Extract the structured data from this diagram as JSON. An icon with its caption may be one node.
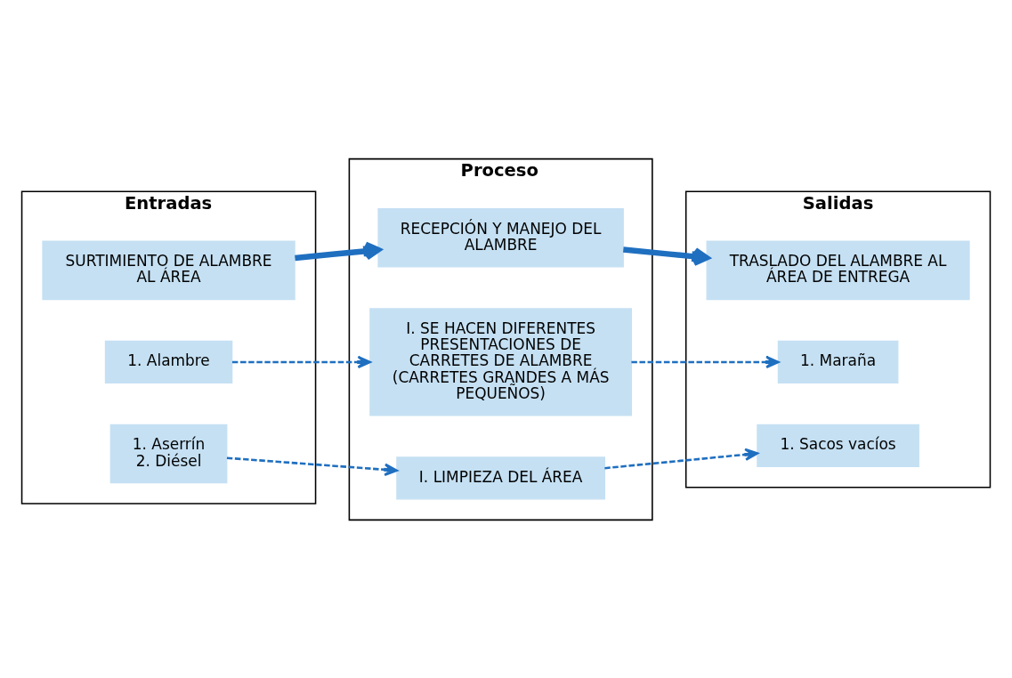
{
  "diagram": {
    "nodes": [
      {
        "text": [
          "Entradas"
        ]
      },
      {
        "text": [
          "Proceso"
        ]
      },
      {
        "text": [
          "Salidas"
        ]
      },
      {
        "text": [
          "SURTIMIENTO DE ALAMBRE AL ÁREA"
        ],
        "in": 0
      },
      {
        "text": [
          "TRASLADO DEL ALAMBRE AL ÁREA DE ENTREGA"
        ],
        "in": 2
      },
      {
        "text": [
          "RECEPCIÓN Y MANEJO DEL ALAMBRE"
        ],
        "in": 1
      },
      {
        "text": [
          "1. Alambre"
        ],
        "in": 0
      },
      {
        "text": [
          "I. SE HACEN DIFERENTES PRESENTACIONES DE CARRETES DE ALAMBRE (CARRETES GRANDES A MÁS PEQUEÑOS)"
        ],
        "in": 1
      },
      {
        "text": [
          "1. Maraña"
        ],
        "in": 2
      },
      {
        "text": [
          "1. Aserrín",
          "2. Diésel"
        ],
        "in": 0
      },
      {
        "text": [
          "I. LIMPIEZA DEL ÁREA"
        ],
        "in": 1
      },
      {
        "text": [
          "1. Sacos vacíos"
        ],
        "in": 2
      }
    ],
    "edges": [
      {
        "from": 3,
        "to": 5,
        "arrow": "to",
        "style": "thick"
      },
      {
        "from": 5,
        "to": 4,
        "arrow": "to",
        "style": "thick"
      },
      {
        "from": 6,
        "to": 7,
        "arrow": "to",
        "style": "dashed"
      },
      {
        "from": 7,
        "to": 8,
        "arrow": "to",
        "style": "dashed"
      },
      {
        "from": 9,
        "to": 10,
        "arrow": "to",
        "style": "dashed"
      },
      {
        "from": 10,
        "to": 11,
        "arrow": "to",
        "style": "dashed"
      }
    ]
  }
}
